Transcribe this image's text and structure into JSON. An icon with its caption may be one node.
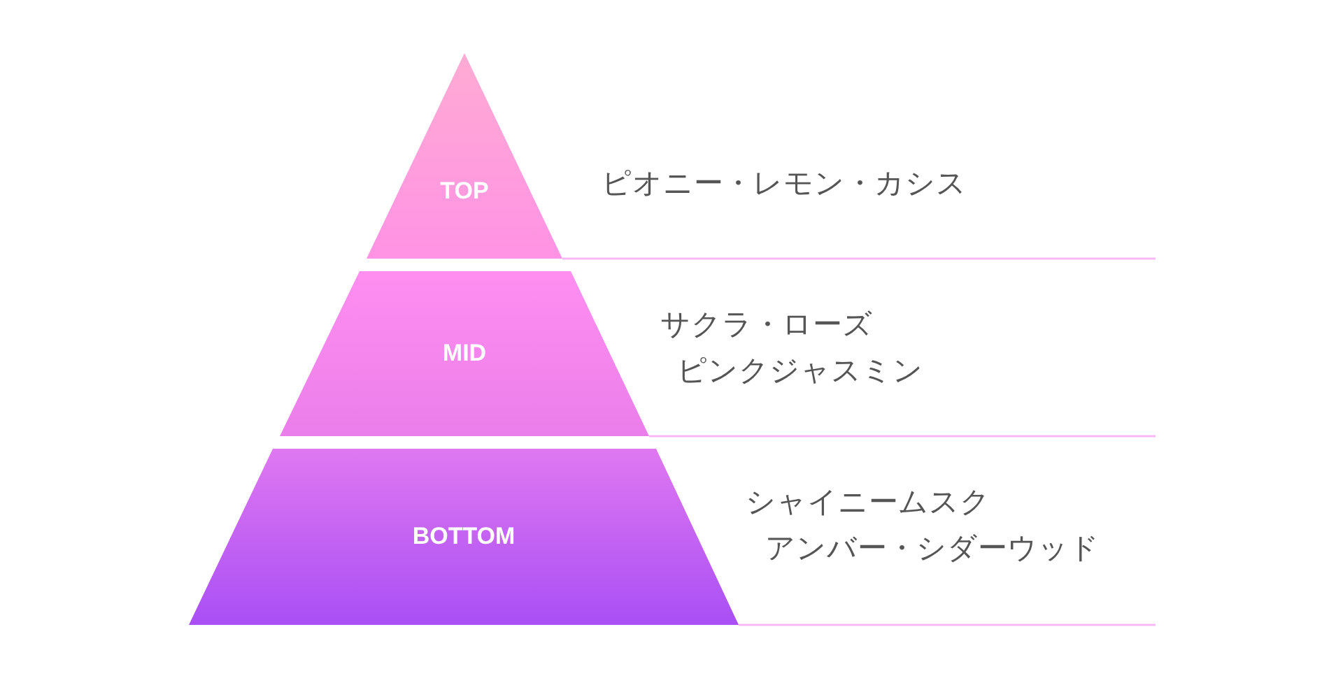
{
  "diagram": {
    "nodes": [
      {
        "text": [
          "TOP"
        ],
        "beside": [
          "ピオニー・レモン・カシス"
        ]
      },
      {
        "text": [
          "MID"
        ],
        "beside": [
          "サクラ・ローズ",
          "ピンクジャスミン"
        ]
      },
      {
        "text": [
          "BOTTOM"
        ],
        "beside": [
          "シャイニームスク",
          "アンバー・シダーウッド"
        ]
      }
    ]
  }
}
